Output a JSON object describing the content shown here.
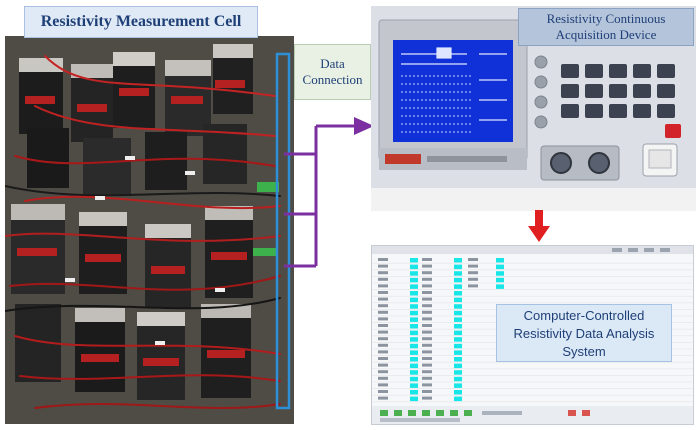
{
  "labels": {
    "cell_title": "Resistivity Measurement Cell",
    "data_connection": [
      "Data",
      "Connection"
    ],
    "device_title": [
      "Resistivity Continuous",
      "Acquisition Device"
    ],
    "analysis_system": [
      "Computer-Controlled",
      "Resistivity Data Analysis",
      "System"
    ]
  },
  "colors": {
    "arrow_purple": "#7b2fa0",
    "arrow_red": "#e02020",
    "bracket_blue": "#2f8fd6",
    "label_text": "#1f3f77",
    "lcd_blue": "#1030d8",
    "highlight_cyan": "#19e6e6"
  },
  "icons": {
    "connector": "purple-bracket-arrow",
    "flow_down": "red-down-arrow"
  }
}
